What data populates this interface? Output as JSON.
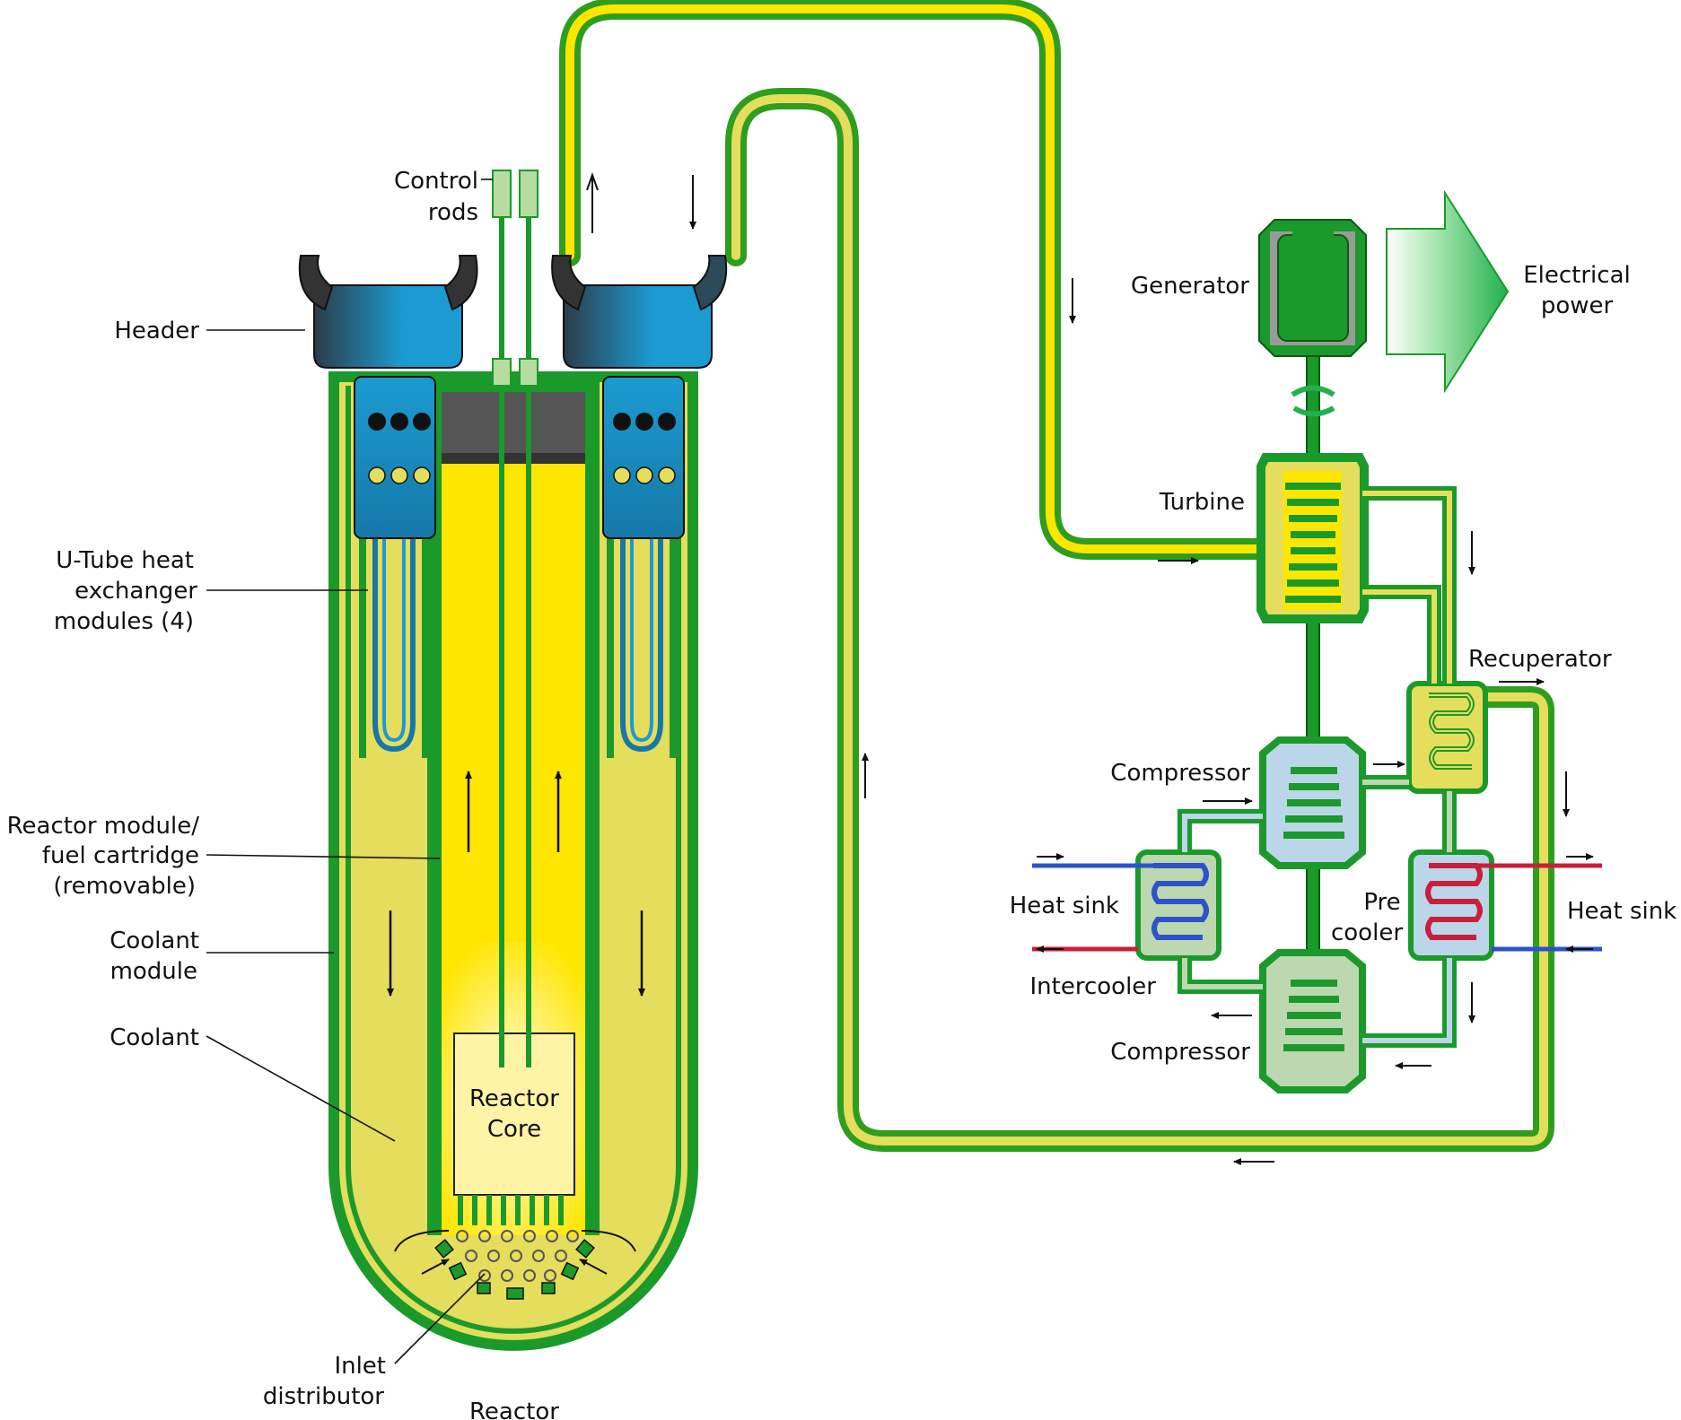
{
  "labels": {
    "control_rods_1": "Control",
    "control_rods_2": "rods",
    "header": "Header",
    "utube_1": "U-Tube heat",
    "utube_2": "exchanger",
    "utube_3": "modules (4)",
    "reactor_module_1": "Reactor module/",
    "reactor_module_2": "fuel cartridge",
    "reactor_module_3": "(removable)",
    "coolant_module_1": "Coolant",
    "coolant_module_2": "module",
    "coolant": "Coolant",
    "reactor_core_1": "Reactor",
    "reactor_core_2": "Core",
    "inlet_1": "Inlet",
    "inlet_2": "distributor",
    "reactor": "Reactor",
    "generator": "Generator",
    "electrical_1": "Electrical",
    "electrical_2": "power",
    "turbine": "Turbine",
    "recuperator": "Recuperator",
    "compressor_top": "Compressor",
    "compressor_bottom": "Compressor",
    "heat_sink_left": "Heat sink",
    "heat_sink_right": "Heat sink",
    "pre_1": "Pre",
    "pre_2": "cooler",
    "intercooler": "Intercooler"
  },
  "colors": {
    "vessel_green": "#1a9a2a",
    "coolant_yellow": "#e5dd5c",
    "core_yellow": "#ffe600",
    "core_pale": "#fff3a6",
    "header_blue": "#1b9bd1",
    "pipe_green": "#2e9e1e",
    "hot_red": "#c8203a",
    "cold_blue": "#2c54c8"
  }
}
